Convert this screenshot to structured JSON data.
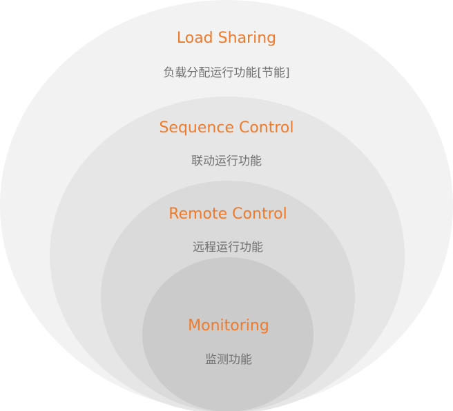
{
  "colors": {
    "accent": "#f07a2a",
    "text": "#707070",
    "level1": "#f2f2f2",
    "level2": "#e6e6e6",
    "level3": "#dadada",
    "level4": "#cbcbcb"
  },
  "levels": [
    {
      "title": "Load Sharing",
      "subtitle": "负载分配运行功能[节能]"
    },
    {
      "title": "Sequence Control",
      "subtitle": "联动运行功能"
    },
    {
      "title": "Remote Control",
      "subtitle": "远程运行功能"
    },
    {
      "title": "Monitoring",
      "subtitle": "监测功能"
    }
  ]
}
